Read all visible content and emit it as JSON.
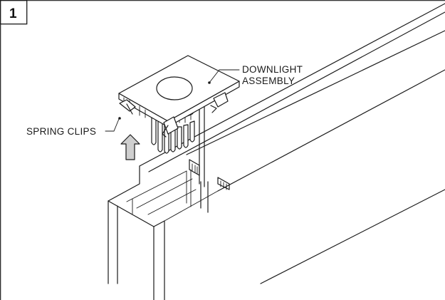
{
  "step": {
    "number": "1"
  },
  "labels": {
    "downlight_line1": "DOWNLIGHT",
    "downlight_line2": "ASSEMBLY",
    "spring_clips": "SPRING CLIPS"
  },
  "colors": {
    "line": "#1a1a1a",
    "arrow_fill": "#cfcfcf",
    "background": "#ffffff"
  },
  "icons": {
    "arrow": "up-arrow-icon"
  }
}
